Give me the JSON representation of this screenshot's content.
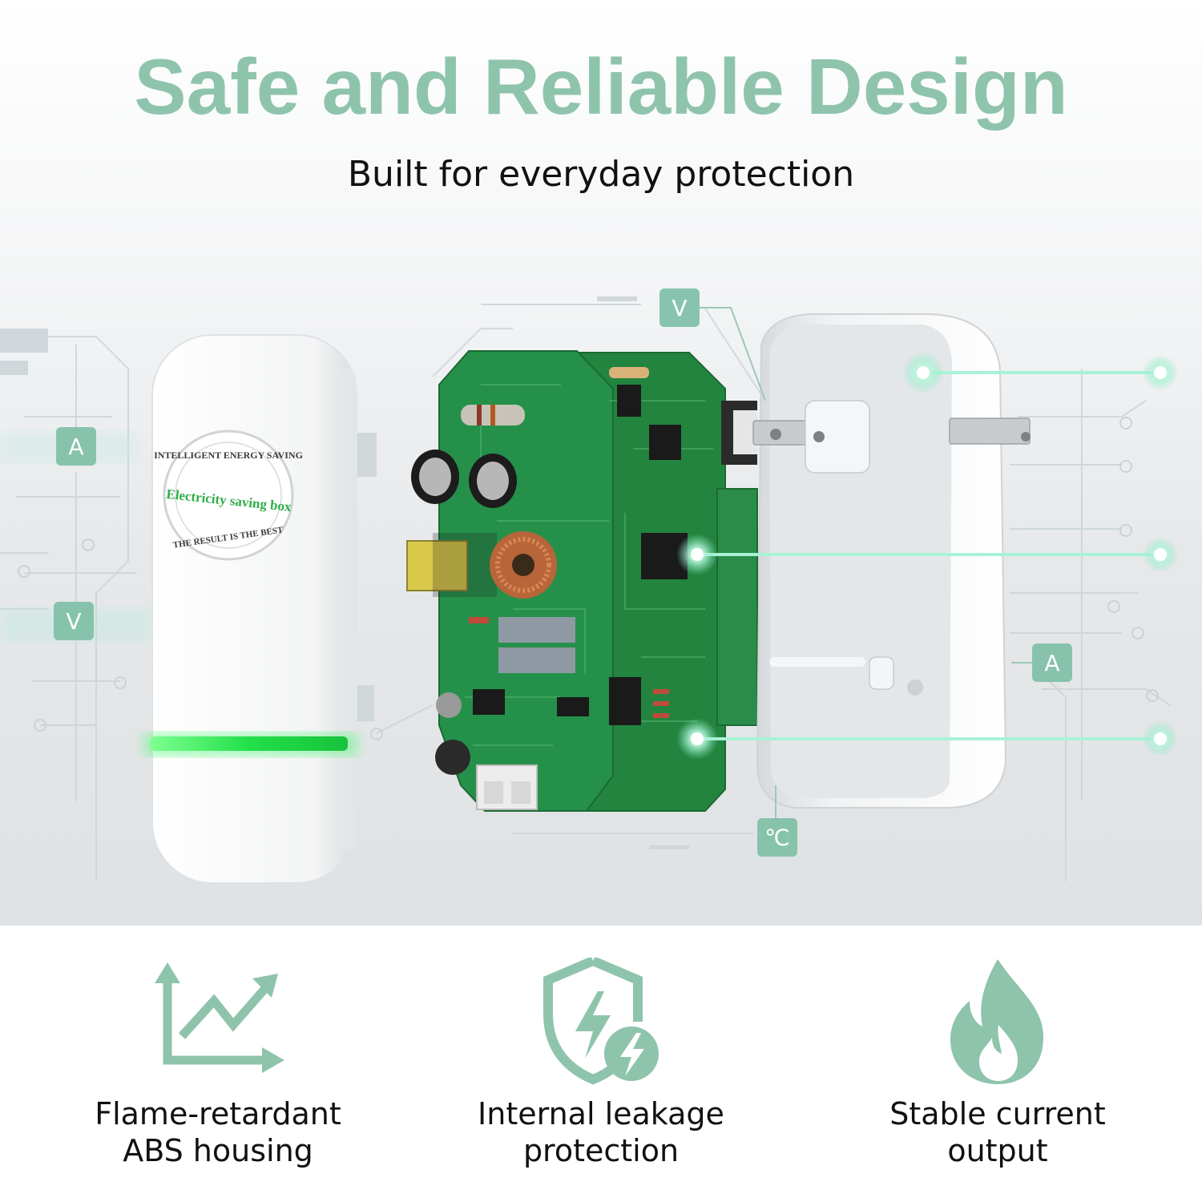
{
  "heading": {
    "title": "Safe and Reliable Design",
    "subtitle": "Built for everyday protection"
  },
  "product": {
    "seal_top": "INTELLIGENT ENERGY SAVING",
    "seal_middle": "Electricity saving box",
    "seal_bottom": "THE RESULT IS THE BEST",
    "indicator_color": "#22e04a"
  },
  "badges": {
    "left_upper": "A",
    "left_lower": "V",
    "top": "V",
    "right": "A",
    "bottom": "℃"
  },
  "colors": {
    "accent": "#8fc4ac",
    "badge": "#7fbfa6",
    "pcb": "#1f7a3d"
  },
  "features": [
    {
      "icon": "trend-up-chart-icon",
      "line1": "Flame-retardant",
      "line2": "ABS housing"
    },
    {
      "icon": "shield-lightning-icon",
      "line1": "Internal leakage",
      "line2": "protection"
    },
    {
      "icon": "flame-icon",
      "line1": "Stable current",
      "line2": "output"
    }
  ]
}
